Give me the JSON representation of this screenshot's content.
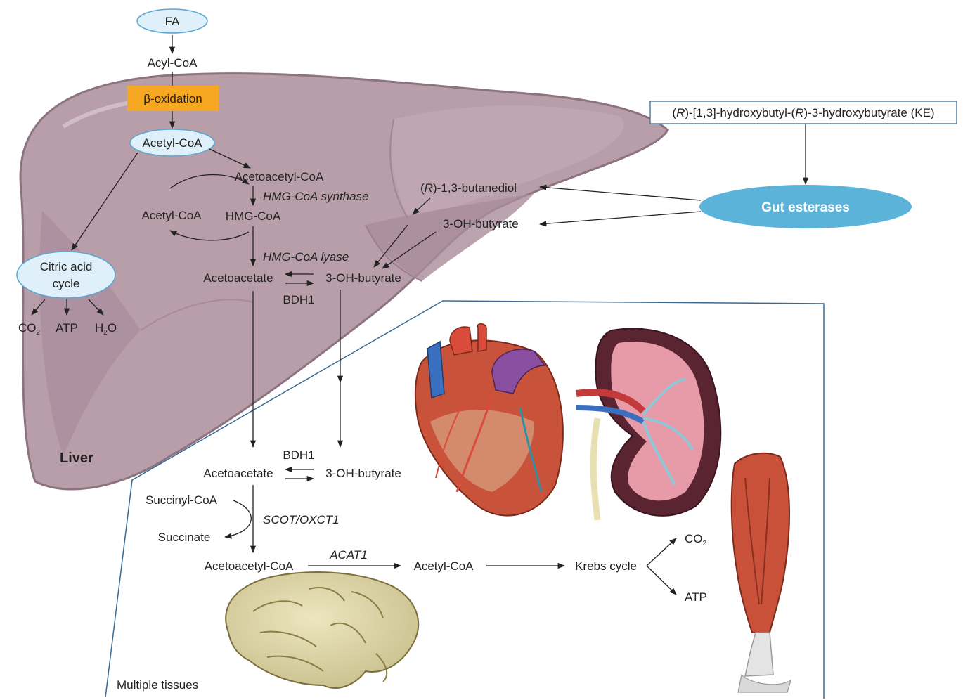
{
  "labels": {
    "fa": "FA",
    "acyl_coa": "Acyl-CoA",
    "beta_oxidation": "β-oxidation",
    "acetyl_coa_liver": "Acetyl-CoA",
    "acetoacetyl_coa_liver": "Acetoacetyl-CoA",
    "hmg_coa_synthase": "HMG-CoA synthase",
    "acetyl_coa_side": "Acetyl-CoA",
    "hmg_coa": "HMG-CoA",
    "hmg_coa_lyase": "HMG-CoA lyase",
    "citric_acid_line1": "Citric acid",
    "citric_acid_line2": "cycle",
    "co2_liver": "CO",
    "co2_liver_sub": "2",
    "atp_liver": "ATP",
    "h2o_h": "H",
    "h2o_sub": "2",
    "h2o_o": "O",
    "acetoacetate_liver": "Acetoacetate",
    "hydroxybutyrate_liver": "3-OH-butyrate",
    "bdh1_liver": "BDH1",
    "butanediol_r": "R",
    "butanediol_rest": "-1,3-butanediol",
    "hydroxybutyrate_gut": "3-OH-butyrate",
    "liver": "Liver",
    "ke_r1": "R",
    "ke_mid": "-[1,3]-hydroxybutyl-(",
    "ke_r2": "R",
    "ke_rest": ")-3-hydroxybutyrate (KE)",
    "gut_esterases": "Gut esterases",
    "bdh1_tissue": "BDH1",
    "acetoacetate_tissue": "Acetoacetate",
    "hydroxybutyrate_tissue": "3-OH-butyrate",
    "succinyl_coa": "Succinyl-CoA",
    "scot_oxct1": "SCOT/OXCT1",
    "succinate": "Succinate",
    "acetoacetyl_coa_tissue": "Acetoacetyl-CoA",
    "acat1": "ACAT1",
    "acetyl_coa_tissue": "Acetyl-CoA",
    "krebs_cycle": "Krebs cycle",
    "co2_krebs": "CO",
    "co2_krebs_sub": "2",
    "atp_krebs": "ATP",
    "multiple_tissues": "Multiple tissues"
  },
  "colors": {
    "liver_fill": "#b89ea8",
    "liver_dark": "#9c7f8c",
    "beta_box": "#f7a823",
    "ellipse_fill": "#dff0fa",
    "ellipse_stroke": "#5aa7d2",
    "gut_fill": "#5cb3da",
    "panel_stroke": "#3a6a93"
  },
  "icons": [
    "heart-illustration",
    "kidney-illustration",
    "brain-illustration",
    "leg-muscle-illustration"
  ]
}
